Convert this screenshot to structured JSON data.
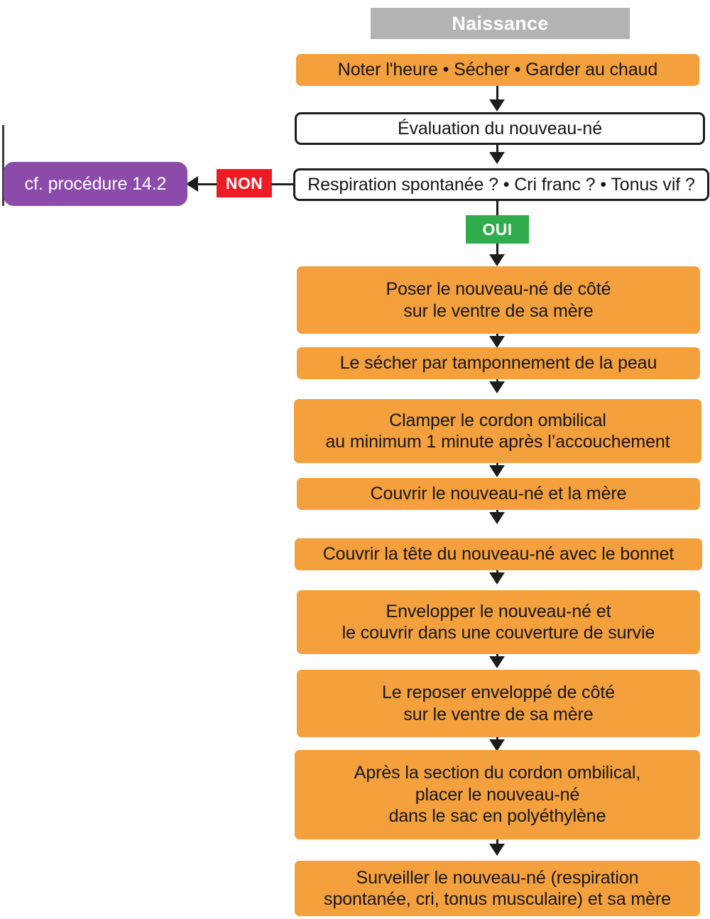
{
  "diagram": {
    "type": "flowchart",
    "title": "Naissance",
    "language": "fr",
    "colors": {
      "action": "#f4a03c",
      "decision_bg": "#ffffff",
      "decision_border": "#1c1c1c",
      "header": "#b3b3b3",
      "reference": "#8c4bab",
      "no_badge": "#ed1c24",
      "yes_badge": "#2fac4b",
      "connector": "#1c1c1c"
    },
    "header": {
      "label": "Naissance"
    },
    "branch_labels": {
      "no": "NON",
      "yes": "OUI"
    },
    "reference_node": {
      "label": "cf. procédure 14.2"
    },
    "nodes": [
      {
        "id": "n1",
        "kind": "action",
        "label": "Noter l'heure • Sécher • Garder au chaud"
      },
      {
        "id": "n2",
        "kind": "decision",
        "label": "Évaluation du nouveau-né"
      },
      {
        "id": "n3",
        "kind": "decision",
        "label": "Respiration spontanée ? • Cri franc ? • Tonus vif ?"
      },
      {
        "id": "n4",
        "kind": "action",
        "label": "Poser le nouveau-né de côté\nsur le ventre de sa mère"
      },
      {
        "id": "n5",
        "kind": "action",
        "label": "Le sécher par tamponnement de la peau"
      },
      {
        "id": "n6",
        "kind": "action",
        "label": "Clamper le cordon ombilical\nau minimum 1 minute après l’accouchement"
      },
      {
        "id": "n7",
        "kind": "action",
        "label": "Couvrir le nouveau-né et la mère"
      },
      {
        "id": "n8",
        "kind": "action",
        "label": "Couvrir la tête du nouveau-né avec le bonnet"
      },
      {
        "id": "n9",
        "kind": "action",
        "label": "Envelopper le nouveau-né et\nle couvrir dans une couverture de survie"
      },
      {
        "id": "n10",
        "kind": "action",
        "label": "Le reposer enveloppé de côté\nsur le ventre de sa mère"
      },
      {
        "id": "n11",
        "kind": "action",
        "label": "Après la section du cordon ombilical,\nplacer le nouveau-né\ndans le sac en polyéthylène"
      },
      {
        "id": "n12",
        "kind": "action",
        "label": "Surveiller le nouveau-né (respiration\nspontanée, cri, tonus musculaire) et sa mère"
      }
    ]
  }
}
